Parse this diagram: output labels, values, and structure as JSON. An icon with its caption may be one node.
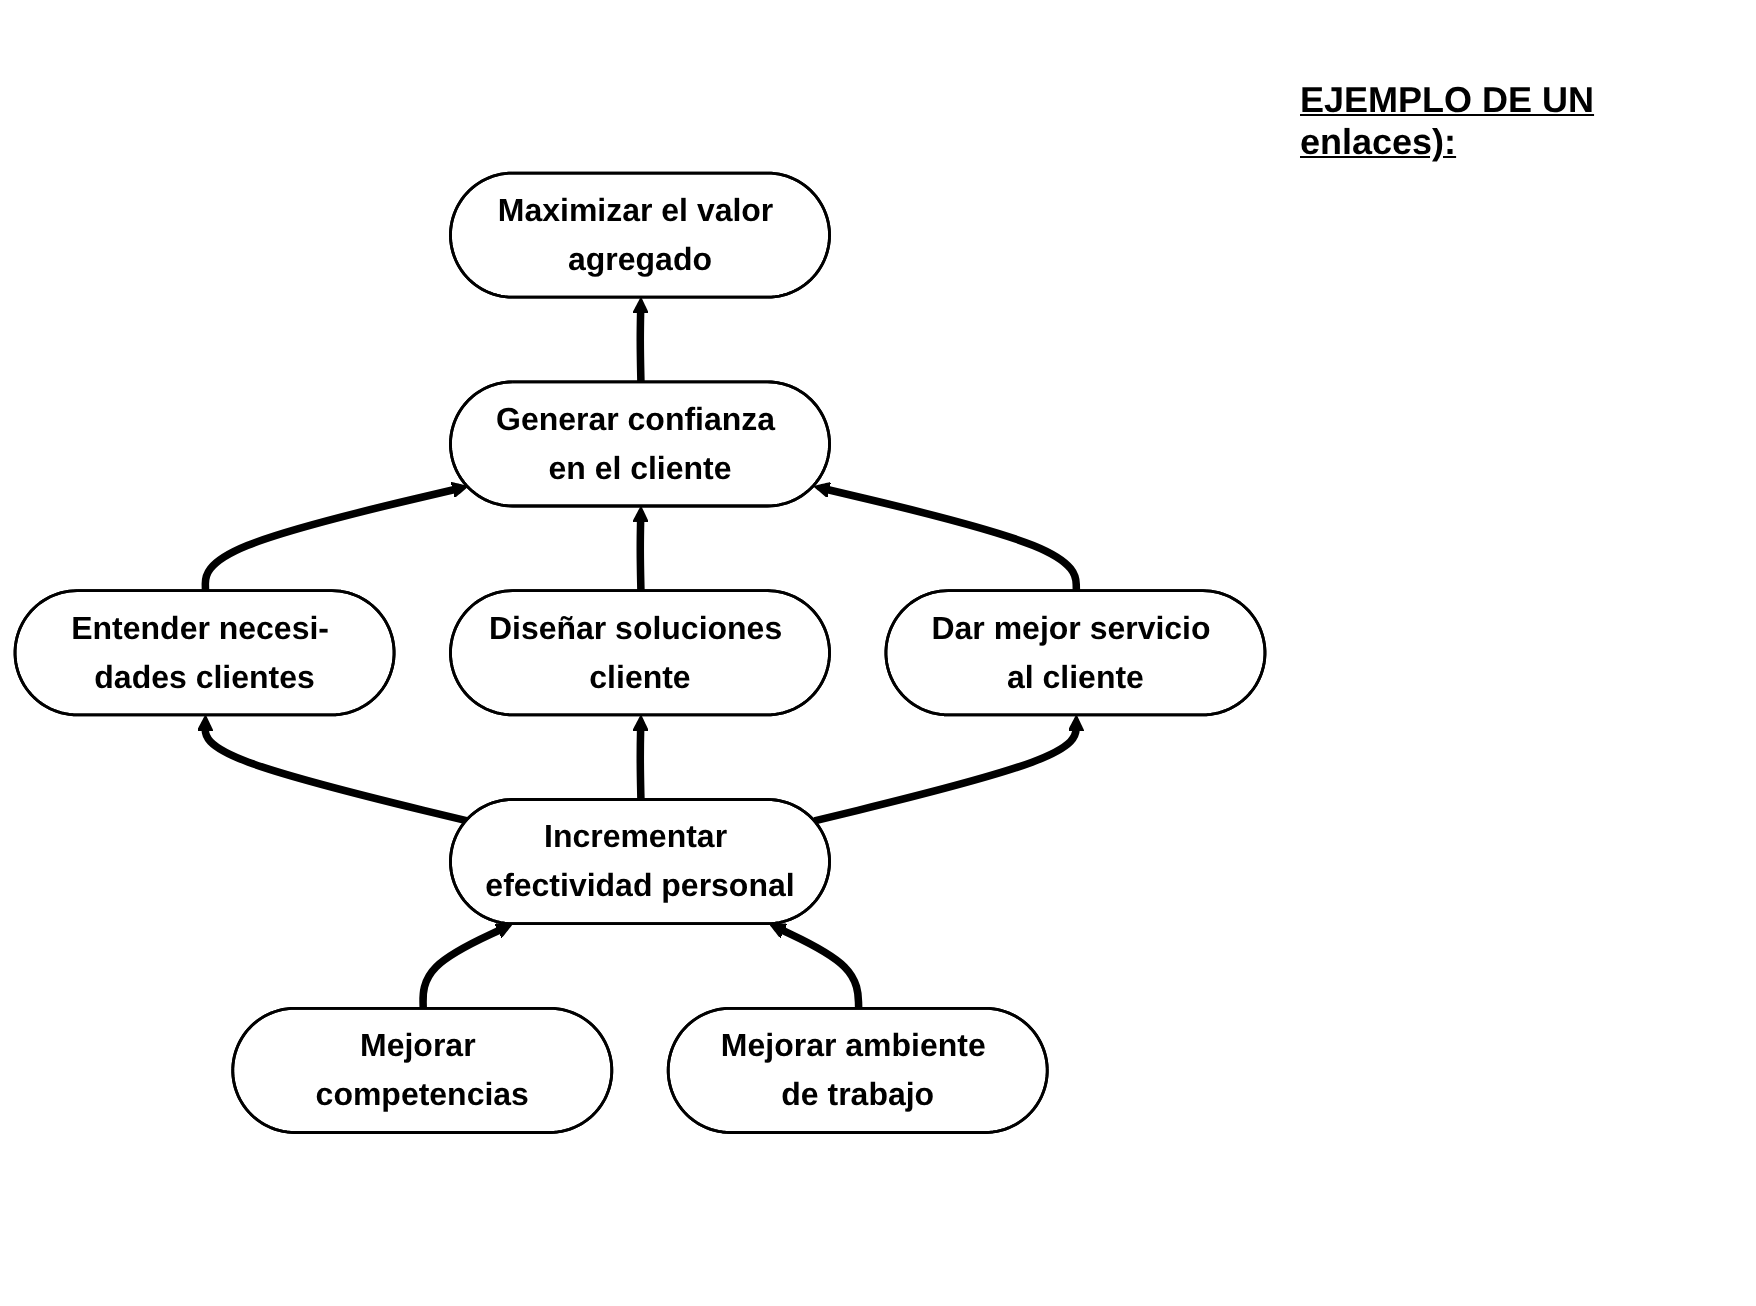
{
  "diagram": {
    "nodes": [
      {
        "text": [
          "Maximizar el valor agregado"
        ]
      },
      {
        "text": [
          "Generar confianza en el cliente"
        ]
      },
      {
        "text": [
          "Entender necesi- dades clientes"
        ]
      },
      {
        "text": [
          "Diseñar soluciones cliente"
        ]
      },
      {
        "text": [
          "Dar mejor servicio al cliente"
        ]
      },
      {
        "text": [
          "Incrementar efectividad personal"
        ]
      },
      {
        "text": [
          "Mejorar competencias"
        ]
      },
      {
        "text": [
          "Mejorar ambiente de trabajo"
        ]
      }
    ],
    "edges": [
      {
        "from": 1,
        "to": 0,
        "arrow": "to"
      },
      {
        "from": 2,
        "to": 1,
        "arrow": "to"
      },
      {
        "from": 3,
        "to": 1,
        "arrow": "to"
      },
      {
        "from": 4,
        "to": 1,
        "arrow": "to"
      },
      {
        "from": 5,
        "to": 2,
        "arrow": "to"
      },
      {
        "from": 5,
        "to": 3,
        "arrow": "to"
      },
      {
        "from": 5,
        "to": 4,
        "arrow": "to"
      },
      {
        "from": 6,
        "to": 5,
        "arrow": "to"
      },
      {
        "from": 7,
        "to": 5,
        "arrow": "to"
      }
    ],
    "labels": [
      "EJEMPLO DE UN enlaces):"
    ]
  }
}
